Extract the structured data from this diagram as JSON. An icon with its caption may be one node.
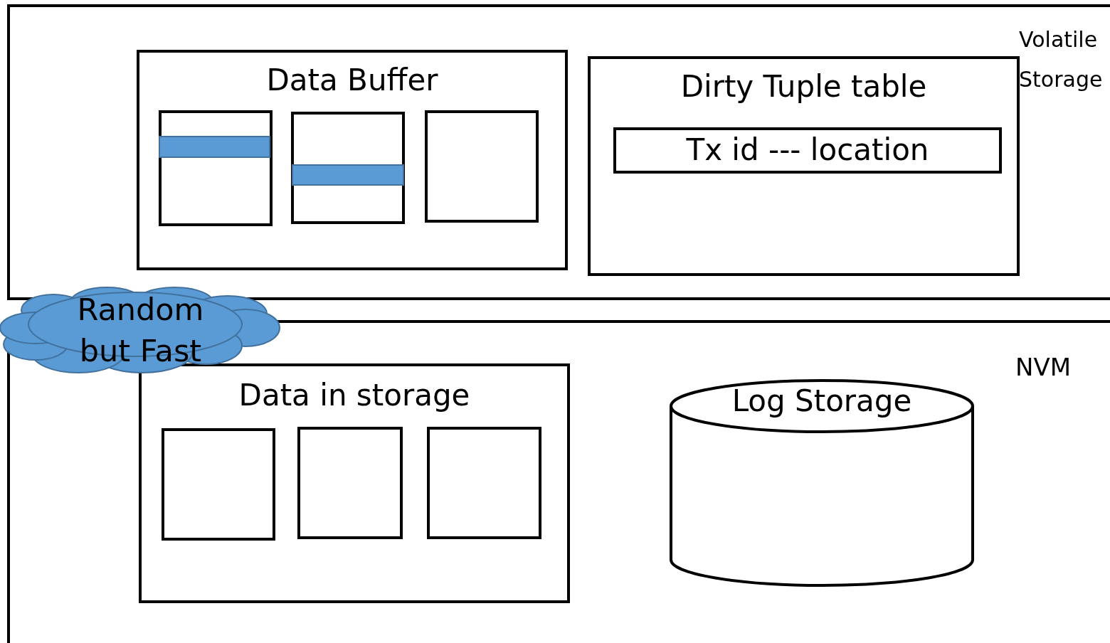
{
  "diagram": {
    "nodes": [
      {
        "text": [
          "Volatile Storage"
        ]
      },
      {
        "text": [
          "Data Buffer"
        ],
        "in": 0
      },
      {
        "text": [],
        "shape": "box",
        "in": 1
      },
      {
        "text": [],
        "shape": "bar",
        "in": 2
      },
      {
        "text": [],
        "shape": "box",
        "in": 1
      },
      {
        "text": [],
        "shape": "bar",
        "in": 4
      },
      {
        "text": [],
        "shape": "box",
        "in": 1
      },
      {
        "text": [
          "Dirty Tuple table"
        ],
        "in": 0
      },
      {
        "text": [
          "Tx id --- location"
        ],
        "in": 7
      },
      {
        "text": [
          "NVM"
        ]
      },
      {
        "text": [
          "Random but Fast"
        ]
      },
      {
        "text": [
          "Data in storage"
        ],
        "in": 9
      },
      {
        "text": [],
        "shape": "box",
        "in": 11
      },
      {
        "text": [],
        "shape": "box",
        "in": 11
      },
      {
        "text": [],
        "shape": "box",
        "in": 11
      },
      {
        "text": [
          "Log Storage"
        ],
        "in": 9
      }
    ],
    "edges": []
  }
}
